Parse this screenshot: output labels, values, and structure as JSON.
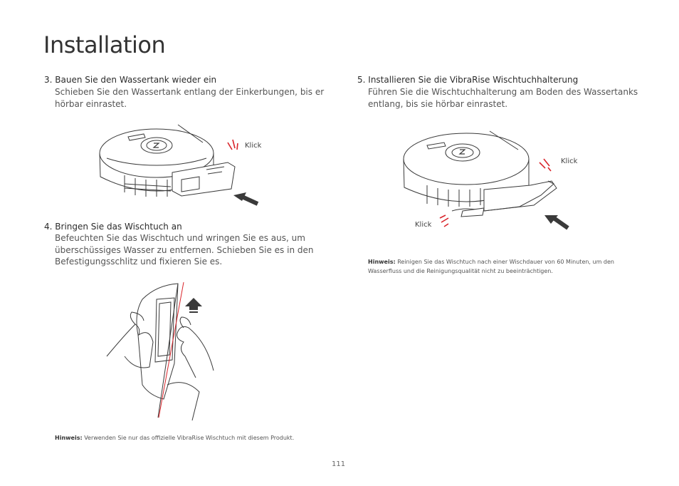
{
  "page": {
    "title": "Installation",
    "page_number": "111"
  },
  "steps": [
    {
      "number": "3.",
      "title": "Bauen Sie den Wassertank wieder ein",
      "body_lines": [
        "Schieben Sie den Wassertank entlang der Einkerbungen, bis er",
        "hörbar einrastet."
      ],
      "illustration": {
        "callouts": [
          "Klick"
        ]
      }
    },
    {
      "number": "4.",
      "title": "Bringen Sie das Wischtuch an",
      "body_lines": [
        "Befeuchten Sie das Wischtuch und wringen Sie es aus, um",
        "überschüssiges Wasser zu entfernen. Schieben Sie es in den",
        "Befestigungsschlitz und fixieren Sie es."
      ],
      "note": {
        "label": "Hinweis:",
        "text": "Verwenden Sie nur das offizielle VibraRise Wischtuch mit diesem Produkt."
      }
    },
    {
      "number": "5.",
      "title": "Installieren Sie die VibraRise Wischtuchhalterung",
      "body_lines": [
        "Führen Sie die Wischtuchhalterung am Boden des Wassertanks",
        "entlang, bis sie hörbar einrastet."
      ],
      "illustration": {
        "callouts": [
          "Klick",
          "Klick"
        ]
      },
      "note": {
        "label": "Hinweis:",
        "text_lines": [
          "Reinigen Sie das Wischtuch nach einer Wischdauer von 60 Minuten, um den",
          "Wasserfluss und die Reinigungsqualität nicht zu beeinträchtigen."
        ]
      }
    }
  ],
  "colors": {
    "accent_red": "#d9252b",
    "line_art": "#3a3a3a",
    "text": "#333333"
  },
  "icons": [
    "click-mark-icon",
    "direction-arrow-icon"
  ]
}
